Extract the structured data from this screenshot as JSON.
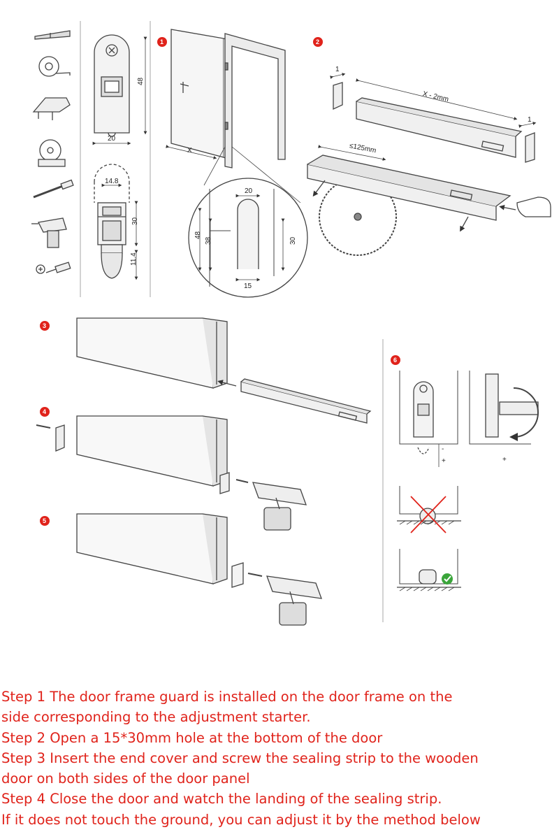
{
  "steps": {
    "badges": [
      "1",
      "2",
      "3",
      "4",
      "5",
      "6"
    ]
  },
  "dims": {
    "profile_height": "48",
    "profile_width": "20",
    "section_width": "14.8",
    "section_height": "30",
    "seal_height": "11.4",
    "door_offset": "X",
    "cut_length": "X - 2mm",
    "cut_max": "≤125mm",
    "end_gap_left": "1",
    "end_gap_right": "1",
    "hole_width_top": "20",
    "hole_48": "48",
    "hole_38": "38",
    "hole_30": "30",
    "hole_15": "15"
  },
  "adjust": {
    "minus": "-",
    "plus": "+",
    "rotate_plus": "+"
  },
  "instructions": [
    "Step 1 The door frame guard is installed on the door frame on the",
    "side corresponding to the adjustment starter.",
    "Step 2 Open a 15*30mm hole at the bottom of the door",
    "Step 3 Insert the end cover and screw the sealing strip to the wooden",
    "door on both sides of the door panel",
    "Step 4 Close the door and watch the landing of the sealing strip.",
    "If it does not touch the ground, you can adjust it by the method below"
  ]
}
